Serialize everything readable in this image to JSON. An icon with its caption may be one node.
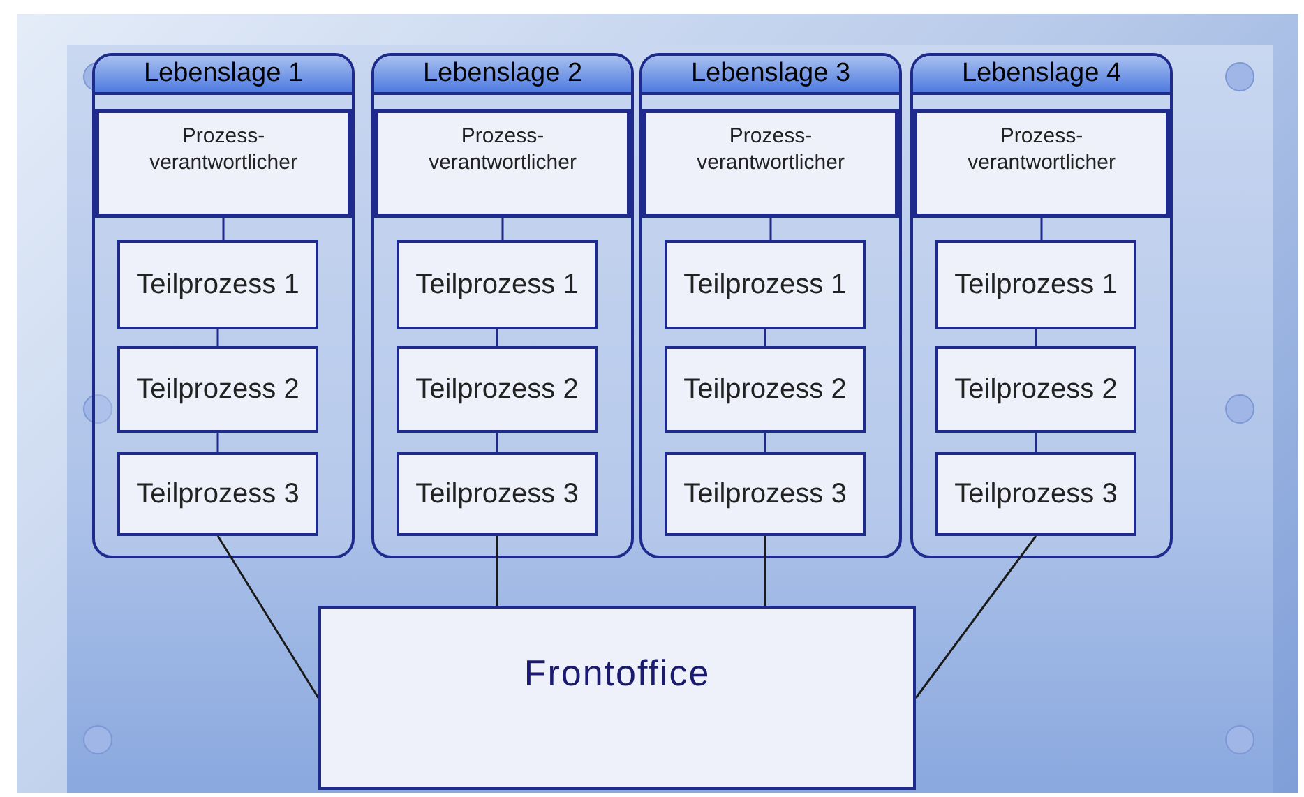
{
  "diagram": {
    "nodes": [
      {
        "text": [
          "Lebenslage 1"
        ]
      },
      {
        "text": [
          "Prozess-verantwortlicher"
        ],
        "in": 0
      },
      {
        "text": [
          "Teilprozess 1"
        ],
        "in": 0
      },
      {
        "text": [
          "Teilprozess 2"
        ],
        "in": 0
      },
      {
        "text": [
          "Teilprozess 3"
        ],
        "in": 0
      },
      {
        "text": [
          "Lebenslage 2"
        ]
      },
      {
        "text": [
          "Prozess-verantwortlicher"
        ],
        "in": 5
      },
      {
        "text": [
          "Teilprozess 1"
        ],
        "in": 5
      },
      {
        "text": [
          "Teilprozess 2"
        ],
        "in": 5
      },
      {
        "text": [
          "Teilprozess 3"
        ],
        "in": 5
      },
      {
        "text": [
          "Lebenslage 3"
        ]
      },
      {
        "text": [
          "Prozess-verantwortlicher"
        ],
        "in": 10
      },
      {
        "text": [
          "Teilprozess 1"
        ],
        "in": 10
      },
      {
        "text": [
          "Teilprozess 2"
        ],
        "in": 10
      },
      {
        "text": [
          "Teilprozess 3"
        ],
        "in": 10
      },
      {
        "text": [
          "Lebenslage 4"
        ]
      },
      {
        "text": [
          "Prozess-verantwortlicher"
        ],
        "in": 15
      },
      {
        "text": [
          "Teilprozess 1"
        ],
        "in": 15
      },
      {
        "text": [
          "Teilprozess 2"
        ],
        "in": 15
      },
      {
        "text": [
          "Teilprozess 3"
        ],
        "in": 15
      },
      {
        "text": [
          "Frontoffice"
        ]
      }
    ],
    "edges": [
      {
        "from": 1,
        "to": 2,
        "arrow": "none"
      },
      {
        "from": 2,
        "to": 3,
        "arrow": "none"
      },
      {
        "from": 3,
        "to": 4,
        "arrow": "none"
      },
      {
        "from": 6,
        "to": 7,
        "arrow": "none"
      },
      {
        "from": 7,
        "to": 8,
        "arrow": "none"
      },
      {
        "from": 8,
        "to": 9,
        "arrow": "none"
      },
      {
        "from": 11,
        "to": 12,
        "arrow": "none"
      },
      {
        "from": 12,
        "to": 13,
        "arrow": "none"
      },
      {
        "from": 13,
        "to": 14,
        "arrow": "none"
      },
      {
        "from": 16,
        "to": 17,
        "arrow": "none"
      },
      {
        "from": 17,
        "to": 18,
        "arrow": "none"
      },
      {
        "from": 18,
        "to": 19,
        "arrow": "none"
      },
      {
        "from": 4,
        "to": 20,
        "arrow": "none",
        "color": "#1a1a1a"
      },
      {
        "from": 9,
        "to": 20,
        "arrow": "none",
        "color": "#1a1a1a"
      },
      {
        "from": 14,
        "to": 20,
        "arrow": "none",
        "color": "#1a1a1a"
      },
      {
        "from": 19,
        "to": 20,
        "arrow": "none",
        "color": "#1a1a1a"
      }
    ]
  }
}
